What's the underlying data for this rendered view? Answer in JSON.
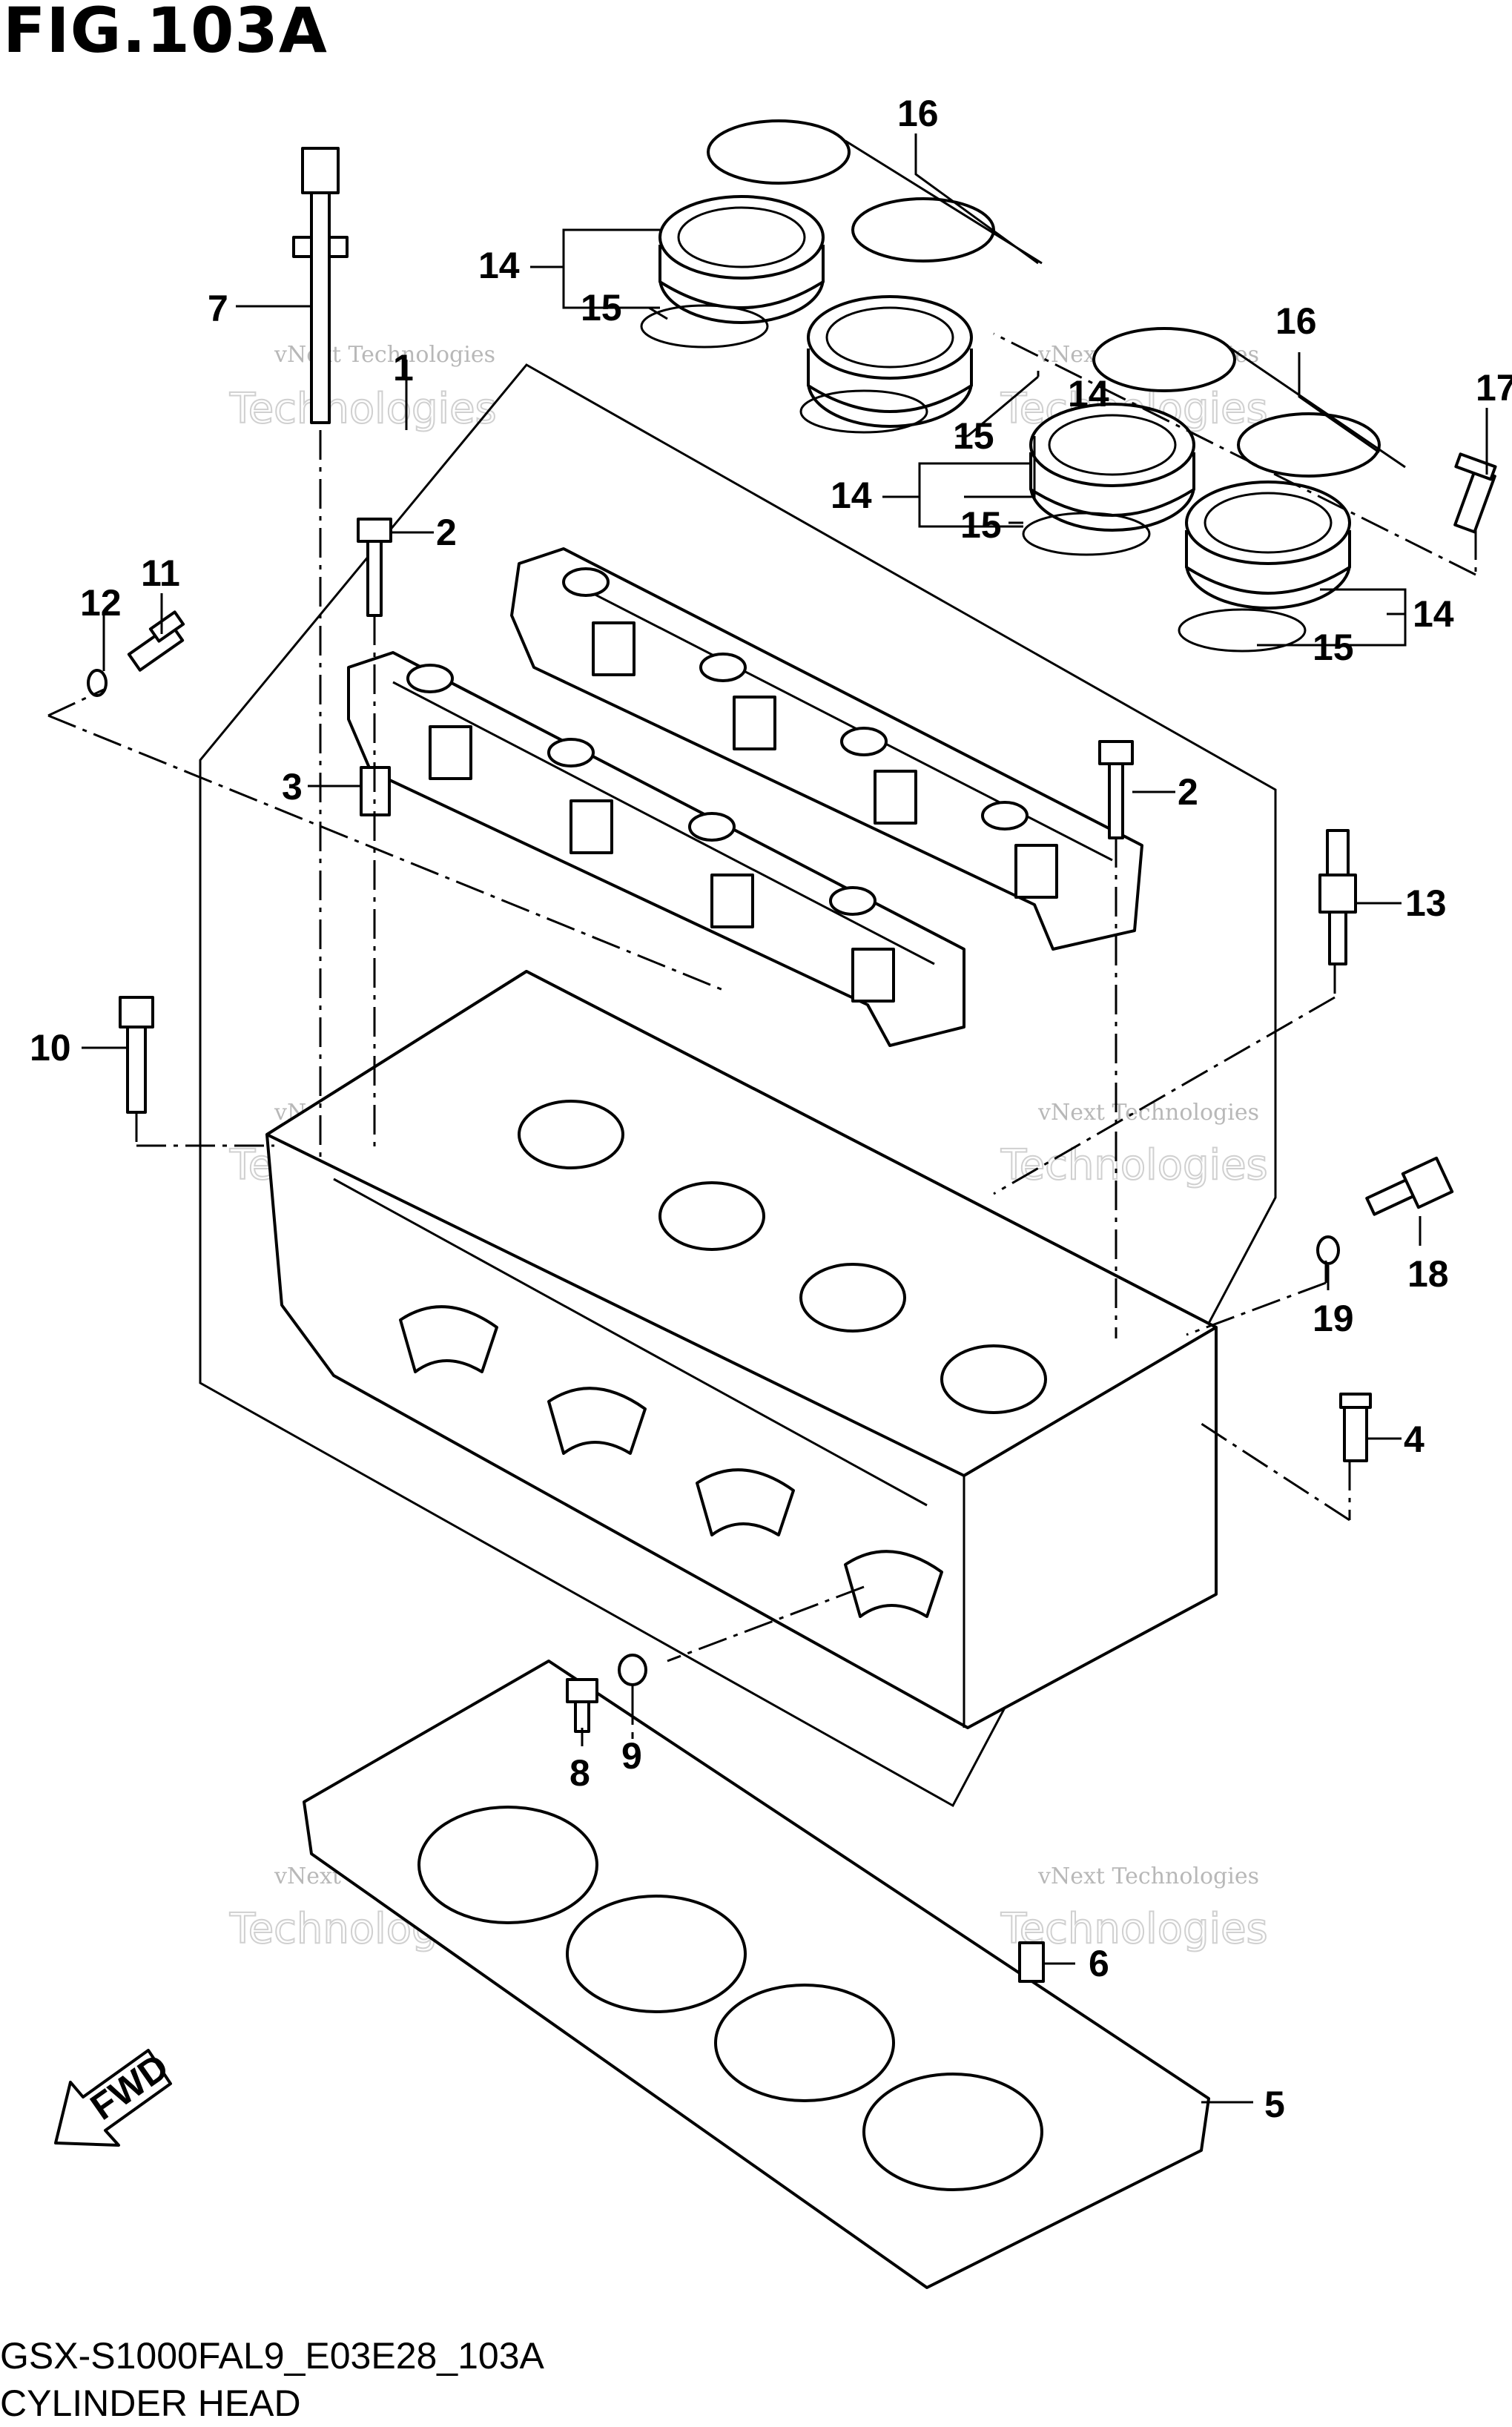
{
  "figure": {
    "title": "FIG.103A",
    "code": "GSX-S1000FAL9_E03E28_103A",
    "name": "CYLINDER HEAD"
  },
  "callouts": {
    "c1": "1",
    "c2a": "2",
    "c2b": "2",
    "c3": "3",
    "c4": "4",
    "c5": "5",
    "c6": "6",
    "c7": "7",
    "c8": "8",
    "c9": "9",
    "c10": "10",
    "c11": "11",
    "c12": "12",
    "c13": "13",
    "c14a": "14",
    "c14b": "14",
    "c14c": "14",
    "c14d": "14",
    "c15a": "15",
    "c15b": "15",
    "c15c": "15",
    "c15d": "15",
    "c16a": "16",
    "c16b": "16",
    "c17": "17",
    "c18": "18",
    "c19": "19"
  },
  "fwd_label": "FWD",
  "watermark": {
    "line1": "vNext Technologies",
    "line2": "Technologies",
    "line3": "vNext"
  }
}
